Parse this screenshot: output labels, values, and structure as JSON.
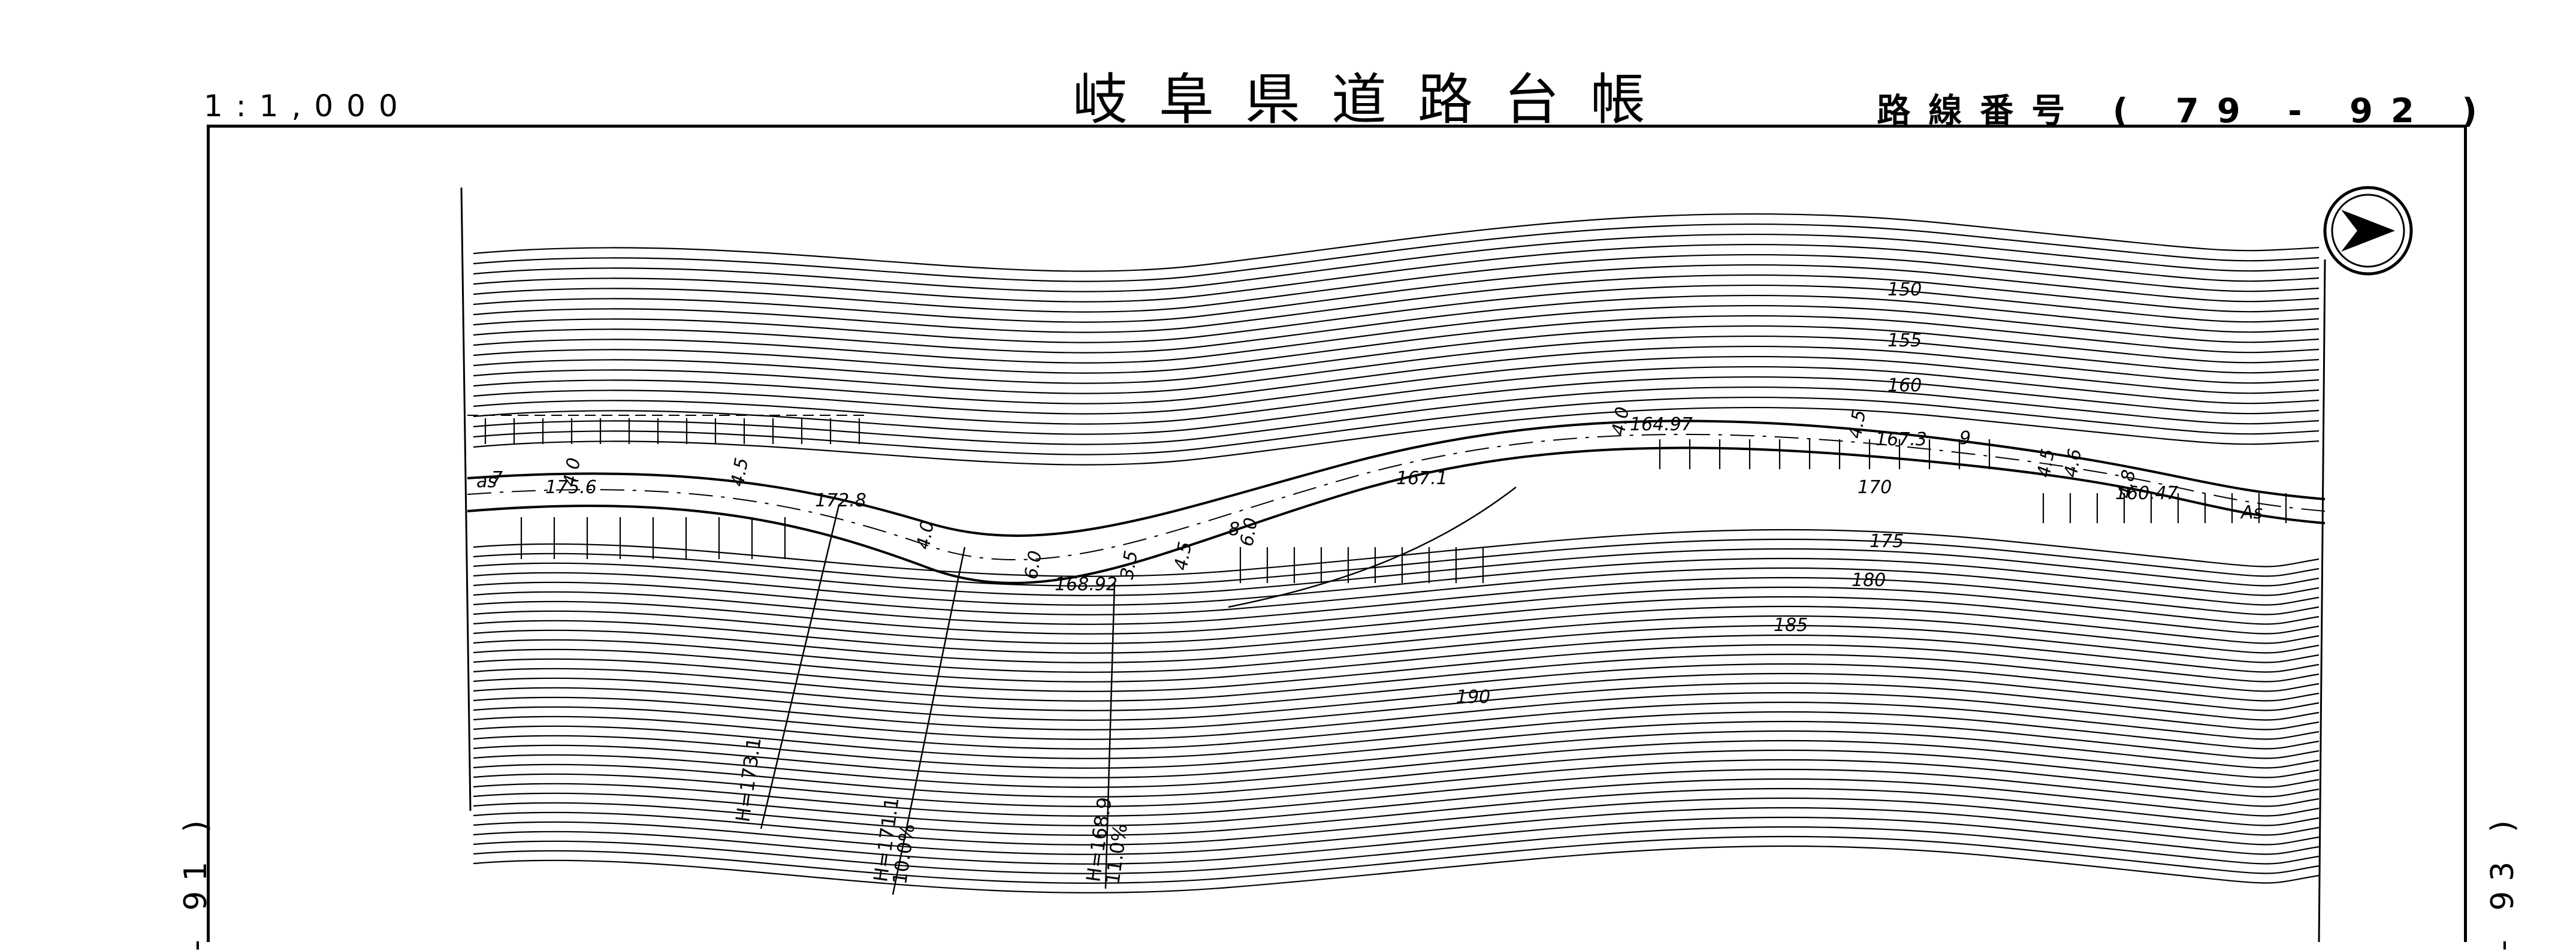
{
  "header": {
    "title": "岐阜県道路台帳",
    "scale": "1:1,000",
    "route_number": "路線番号 ( 79 - 92 )"
  },
  "side_refs": {
    "left": "- 91 )",
    "right": "- 93 )"
  },
  "north_arrow": {
    "icon": "north-arrow-icon"
  },
  "contour_labels": [
    "150",
    "155",
    "160",
    "170",
    "175",
    "180",
    "185",
    "190"
  ],
  "stations": [
    "7",
    "8",
    "9"
  ],
  "road_labels": {
    "surface_left": "as",
    "surface_right": "As",
    "elevations": [
      "175.6",
      "172.8",
      "168.92",
      "167.1",
      "164.97",
      "167.3",
      "160.47"
    ],
    "widths": [
      "4.0",
      "4.5",
      "4.0",
      "6.0",
      "3.5",
      "4.5",
      "6.0",
      "4.0",
      "4.5",
      "4.5",
      "4.6",
      "4.8"
    ]
  },
  "grade_notes": [
    {
      "h": "H=173.1",
      "pct": ""
    },
    {
      "h": "H=171.1",
      "pct": "10.0%"
    },
    {
      "h": "H=168.9",
      "pct": "11.0%"
    }
  ]
}
